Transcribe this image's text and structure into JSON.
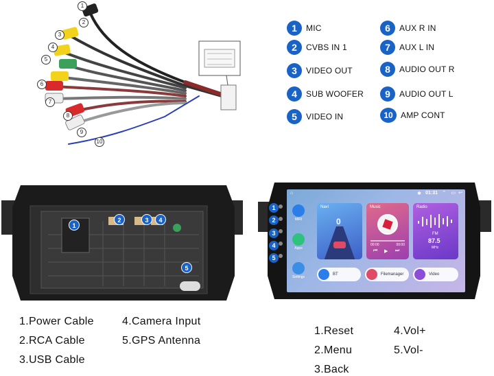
{
  "legend": [
    {
      "num": "1",
      "label": "MIC"
    },
    {
      "num": "2",
      "label": "CVBS IN 1"
    },
    {
      "num": "3",
      "label": "VIDEO OUT"
    },
    {
      "num": "4",
      "label": "SUB WOOFER"
    },
    {
      "num": "5",
      "label": "VIDEO IN"
    },
    {
      "num": "6",
      "label": "AUX R IN"
    },
    {
      "num": "7",
      "label": "AUX L IN"
    },
    {
      "num": "8",
      "label": "AUDIO OUT R"
    },
    {
      "num": "9",
      "label": "AUDIO OUT L"
    },
    {
      "num": "10",
      "label": "AMP CONT"
    }
  ],
  "harness_numbers": [
    "1",
    "2",
    "3",
    "4",
    "5",
    "6",
    "7",
    "8",
    "9",
    "10"
  ],
  "back_numbers": [
    "1",
    "2",
    "3",
    "4",
    "5"
  ],
  "front_numbers": [
    "1",
    "2",
    "3",
    "4",
    "5"
  ],
  "screen": {
    "time": "01:31",
    "side_apps": [
      {
        "label": "MIRI",
        "color": "#2b7de9"
      },
      {
        "label": "Apps",
        "color": "#2ec27e"
      },
      {
        "label": "Settings",
        "color": "#3a8ee6"
      }
    ],
    "cards": [
      {
        "title": "Navi",
        "color": "#5aa0e8"
      },
      {
        "title": "Music",
        "color": "#d35a78",
        "time_left": "00:00",
        "time_right": "00:00"
      },
      {
        "title": "Radio",
        "color": "#9b55d8",
        "band": "FM",
        "freq": "87.5",
        "unit": "MHz"
      }
    ],
    "nav_value": "0",
    "pills": [
      {
        "label": "BT",
        "color": "#2b7de9"
      },
      {
        "label": "Filemanager",
        "color": "#e04a66"
      },
      {
        "label": "Video",
        "color": "#8d4ddb"
      }
    ]
  },
  "captions_back": [
    "1.Power Cable",
    "2.RCA Cable",
    "3.USB Cable",
    "4.Camera Input",
    "5.GPS Antenna"
  ],
  "captions_front": [
    "1.Reset",
    "2.Menu",
    "3.Back",
    "4.Vol+",
    "5.Vol-"
  ],
  "colors": {
    "accent": "#1a63c6",
    "cable_yellow": "#f2d21b",
    "cable_red": "#d82a2a",
    "cable_white": "#eeeeee",
    "cable_green": "#3aa05a",
    "cable_blue": "#2a3fb8",
    "unit_black": "#1b1b1b"
  }
}
